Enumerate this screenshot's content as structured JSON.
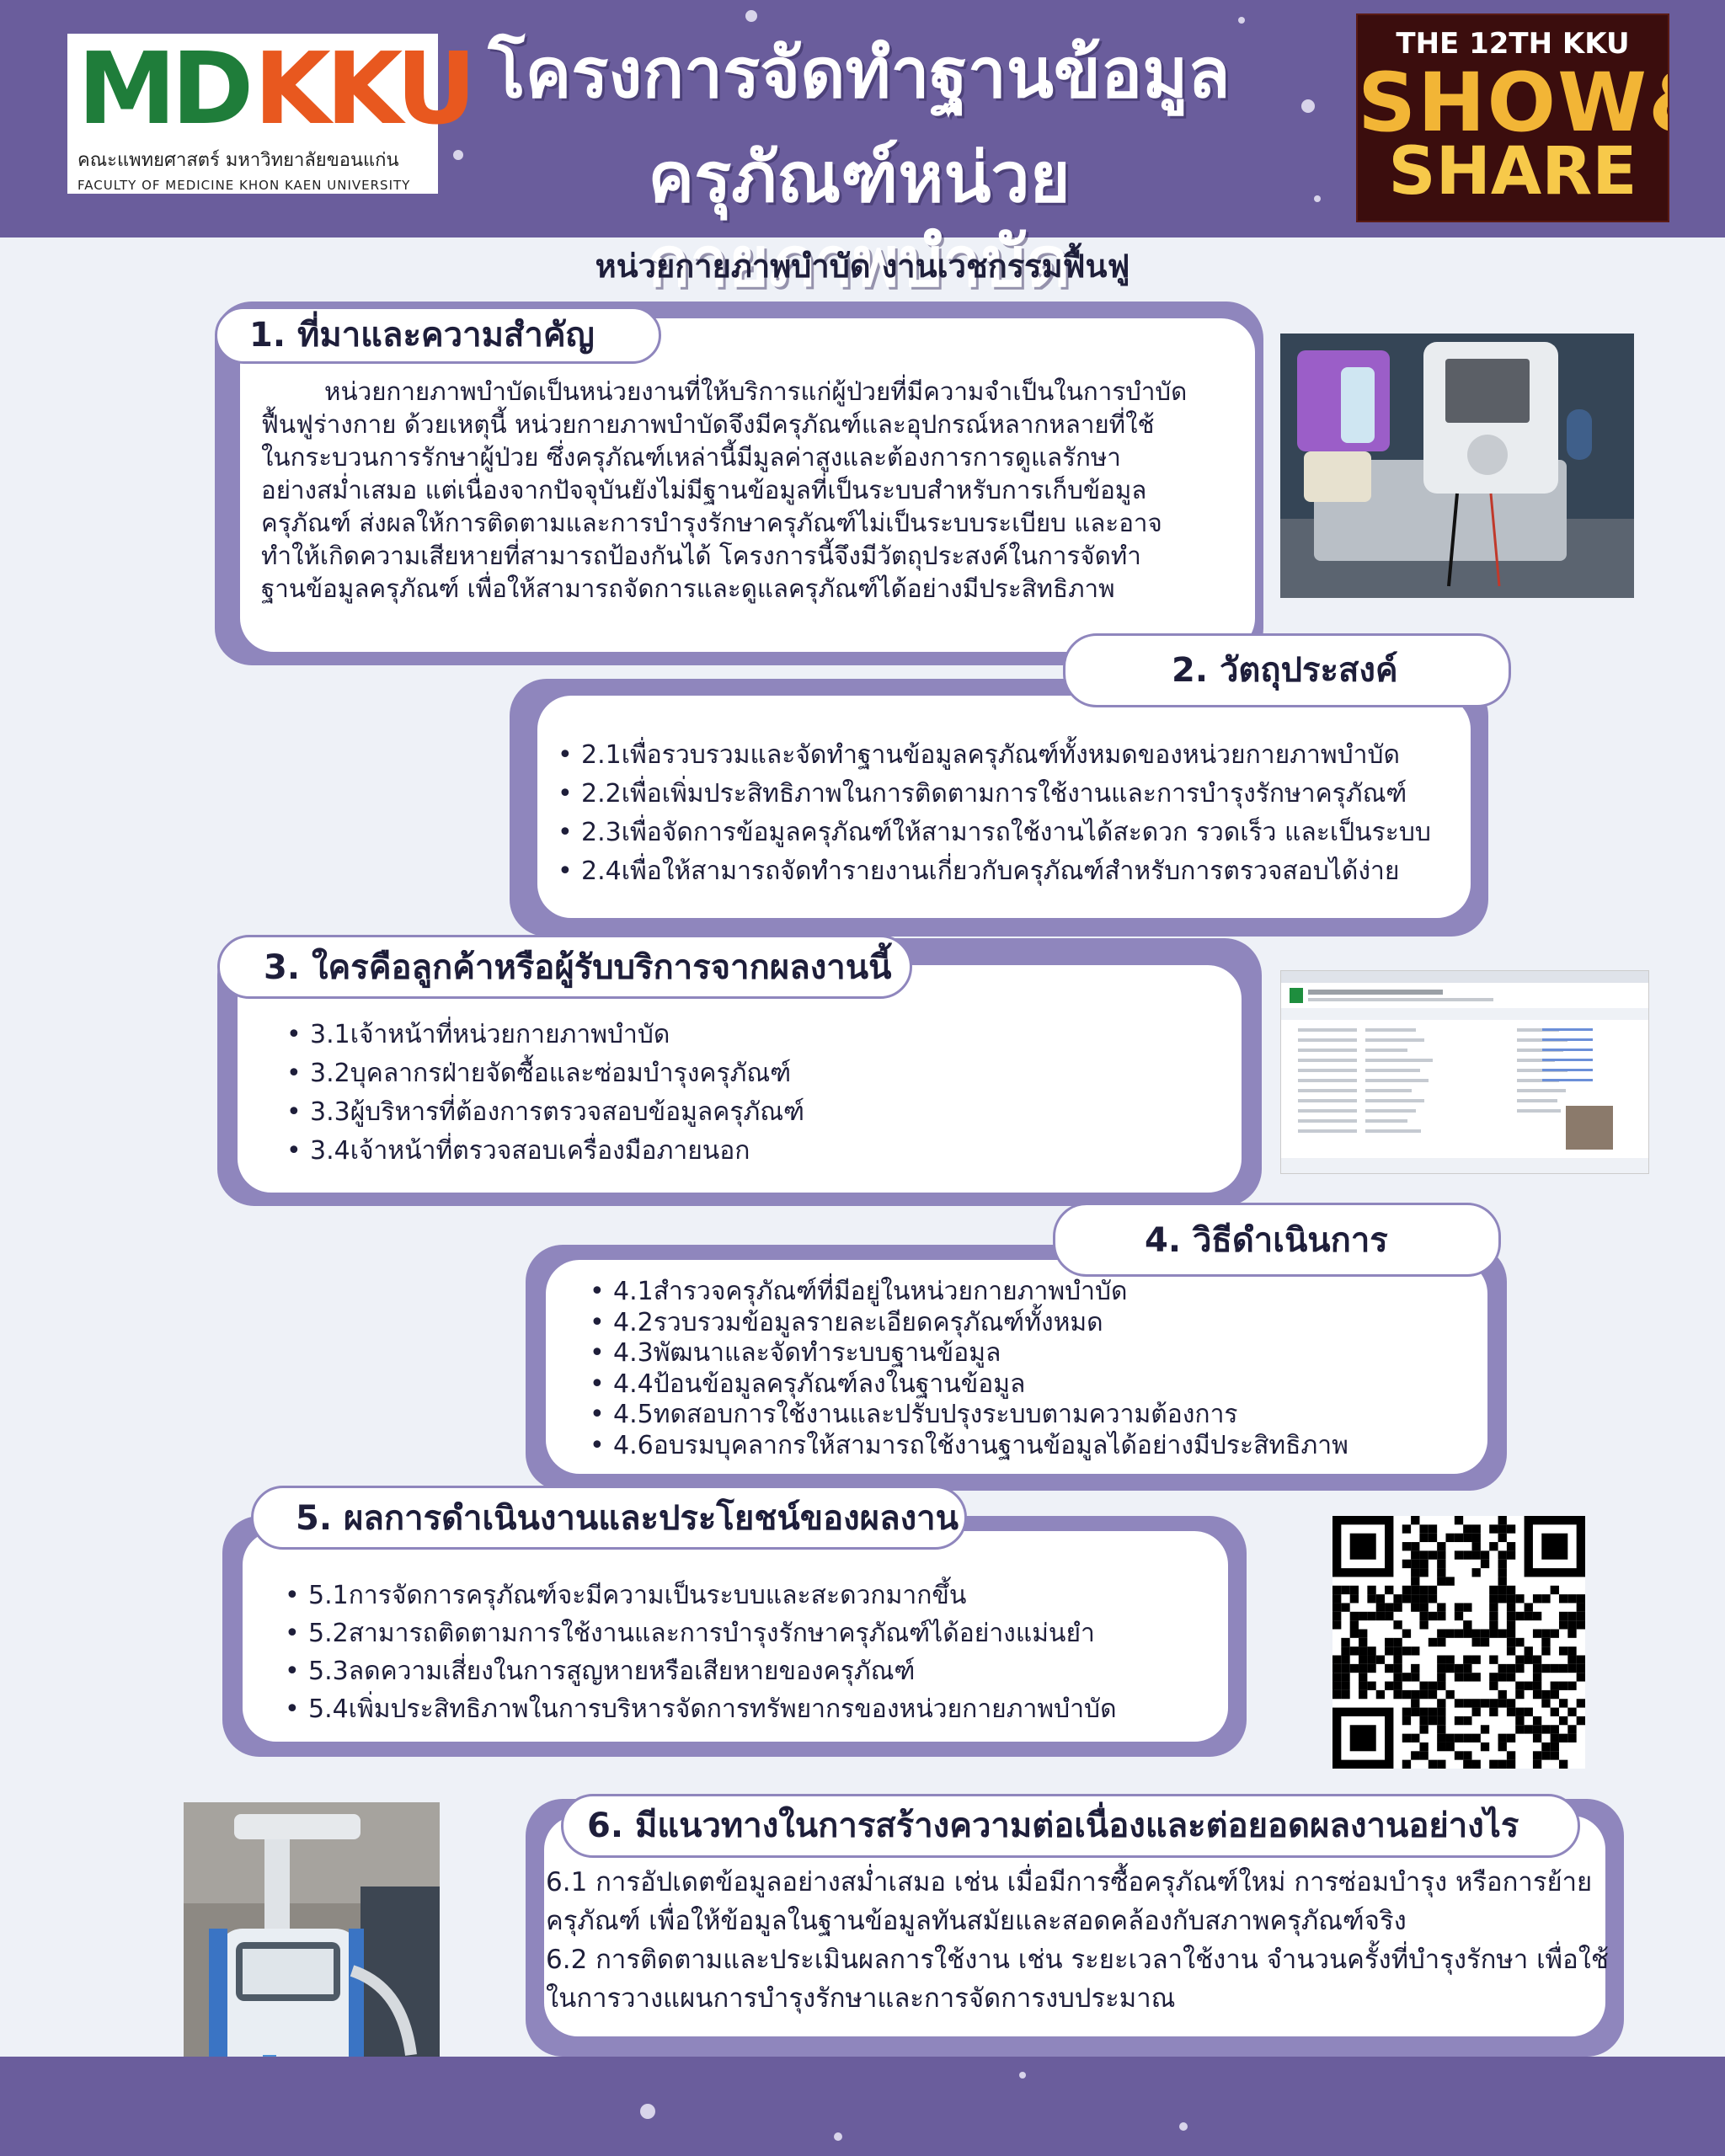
{
  "header": {
    "logo": {
      "mark_left": "MD",
      "mark_right": "KKU",
      "thai_name": "คณะแพทยศาสตร์ มหาวิทยาลัยขอนแก่น",
      "english_name": "FACULTY OF MEDICINE KHON KAEN UNIVERSITY"
    },
    "title_line1": "โครงการจัดทำฐานข้อมูล",
    "title_line2": "ครุภัณฑ์หน่วยกายภาพบำบัด",
    "event_badge": {
      "line1": "THE 12TH KKU",
      "line2": "SHOW&",
      "line3": "SHARE"
    }
  },
  "subtitle": "หน่วยกายภาพบำบัด งานเวชกรรมฟื้นฟู",
  "section1": {
    "heading": "1. ที่มาและความสำคัญ",
    "lines": [
      "        หน่วยกายภาพบำบัดเป็นหน่วยงานที่ให้บริการแก่ผู้ป่วยที่มีความจำเป็นในการบำบัด",
      "ฟื้นฟูร่างกาย ด้วยเหตุนี้ หน่วยกายภาพบำบัดจึงมีครุภัณฑ์และอุปกรณ์หลากหลายที่ใช้",
      "ในกระบวนการรักษาผู้ป่วย ซึ่งครุภัณฑ์เหล่านี้มีมูลค่าสูงและต้องการการดูแลรักษา",
      "อย่างสม่ำเสมอ แต่เนื่องจากปัจจุบันยังไม่มีฐานข้อมูลที่เป็นระบบสำหรับการเก็บข้อมูล",
      "ครุภัณฑ์ ส่งผลให้การติดตามและการบำรุงรักษาครุภัณฑ์ไม่เป็นระบบระเบียบ และอาจ",
      "ทำให้เกิดความเสียหายที่สามารถป้องกันได้ โครงการนี้จึงมีวัตถุประสงค์ในการจัดทำ",
      "ฐานข้อมูลครุภัณฑ์ เพื่อให้สามารถจัดการและดูแลครุภัณฑ์ได้อย่างมีประสิทธิภาพ"
    ]
  },
  "section2": {
    "heading": "2. วัตถุประสงค์",
    "items": [
      "2.1เพื่อรวบรวมและจัดทำฐานข้อมูลครุภัณฑ์ทั้งหมดของหน่วยกายภาพบำบัด",
      "2.2เพื่อเพิ่มประสิทธิภาพในการติดตามการใช้งานและการบำรุงรักษาครุภัณฑ์",
      "2.3เพื่อจัดการข้อมูลครุภัณฑ์ให้สามารถใช้งานได้สะดวก รวดเร็ว และเป็นระบบ",
      "2.4เพื่อให้สามารถจัดทำรายงานเกี่ยวกับครุภัณฑ์สำหรับการตรวจสอบได้ง่าย"
    ]
  },
  "section3": {
    "heading": "3. ใครคือลูกค้าหรือผู้รับบริการจากผลงานนี้",
    "items": [
      "3.1เจ้าหน้าที่หน่วยกายภาพบำบัด",
      "3.2บุคลากรฝ่ายจัดซื้อและซ่อมบำรุงครุภัณฑ์",
      "3.3ผู้บริหารที่ต้องการตรวจสอบข้อมูลครุภัณฑ์",
      "3.4เจ้าหน้าที่ตรวจสอบเครื่องมือภายนอก"
    ]
  },
  "section4": {
    "heading": "4. วิธีดำเนินการ",
    "items": [
      "4.1สำรวจครุภัณฑ์ที่มีอยู่ในหน่วยกายภาพบำบัด",
      "4.2รวบรวมข้อมูลรายละเอียดครุภัณฑ์ทั้งหมด",
      "4.3พัฒนาและจัดทำระบบฐานข้อมูล",
      "4.4ป้อนข้อมูลครุภัณฑ์ลงในฐานข้อมูล",
      "4.5ทดสอบการใช้งานและปรับปรุงระบบตามความต้องการ",
      "4.6อบรมบุคลากรให้สามารถใช้งานฐานข้อมูลได้อย่างมีประสิทธิภาพ"
    ]
  },
  "section5": {
    "heading": "5. ผลการดำเนินงานและประโยชน์ของผลงาน",
    "items": [
      "5.1การจัดการครุภัณฑ์จะมีความเป็นระบบและสะดวกมากขึ้น",
      "5.2สามารถติดตามการใช้งานและการบำรุงรักษาครุภัณฑ์ได้อย่างแม่นยำ",
      "5.3ลดความเสี่ยงในการสูญหายหรือเสียหายของครุภัณฑ์",
      "5.4เพิ่มประสิทธิภาพในการบริหารจัดการทรัพยากรของหน่วยกายภาพบำบัด"
    ]
  },
  "section6": {
    "heading": "6. มีแนวทางในการสร้างความต่อเนื่องและต่อยอดผลงานอย่างไร",
    "lines": [
      "6.1 การอัปเดตข้อมูลอย่างสม่ำเสมอ เช่น เมื่อมีการซื้อครุภัณฑ์ใหม่ การซ่อมบำรุง หรือการย้าย",
      "ครุภัณฑ์ เพื่อให้ข้อมูลในฐานข้อมูลทันสมัยและสอดคล้องกับสภาพครุภัณฑ์จริง",
      "6.2 การติดตามและประเมินผลการใช้งาน เช่น ระยะเวลาใช้งาน จำนวนครั้งที่บำรุงรักษา เพื่อใช้",
      "ในการวางแผนการบำรุงรักษาและการจัดการงบประมาณ"
    ]
  },
  "colors": {
    "header_band": "#6a5d9c",
    "panel_border": "#8f86bd",
    "page_background": "#eef1f7",
    "logo_green": "#1f7d3a",
    "logo_orange": "#e8581f"
  }
}
